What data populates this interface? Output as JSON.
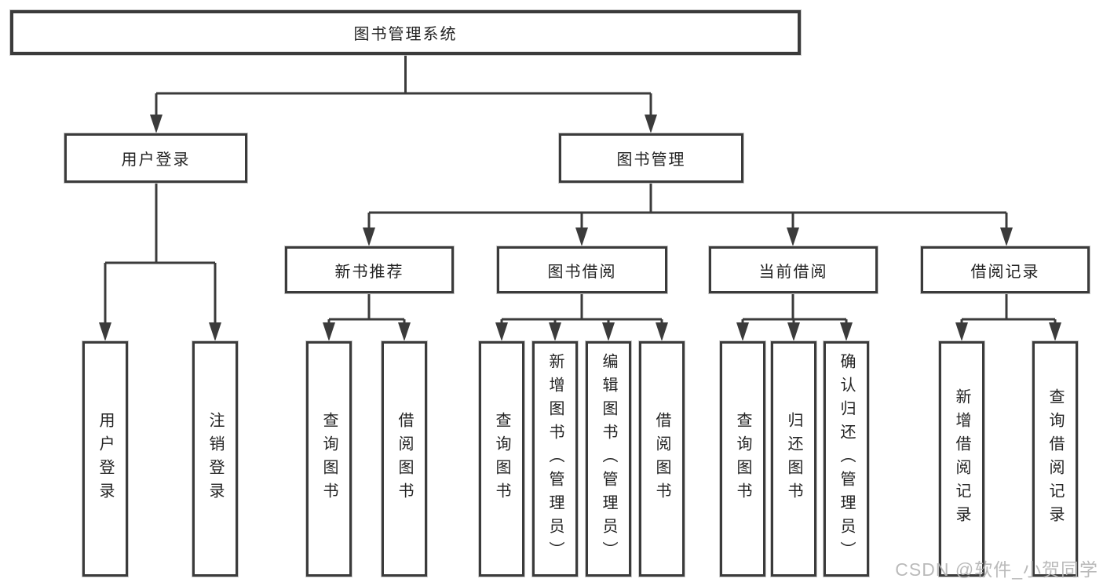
{
  "tree": {
    "root": {
      "label": "图书管理系统",
      "children": [
        {
          "label": "用户登录",
          "children": [
            {
              "label": "用户登录"
            },
            {
              "label": "注销登录"
            }
          ]
        },
        {
          "label": "图书管理",
          "children": [
            {
              "label": "新书推荐",
              "children": [
                {
                  "label": "查询图书"
                },
                {
                  "label": "借阅图书"
                }
              ]
            },
            {
              "label": "图书借阅",
              "children": [
                {
                  "label": "查询图书"
                },
                {
                  "label": "新增图书（管理员）"
                },
                {
                  "label": "编辑图书（管理员）"
                },
                {
                  "label": "借阅图书"
                }
              ]
            },
            {
              "label": "当前借阅",
              "children": [
                {
                  "label": "查询图书"
                },
                {
                  "label": "归还图书"
                },
                {
                  "label": "确认归还（管理员）"
                }
              ]
            },
            {
              "label": "借阅记录",
              "children": [
                {
                  "label": "新增借阅记录"
                },
                {
                  "label": "查询借阅记录"
                }
              ]
            }
          ]
        }
      ]
    }
  },
  "watermark": "CSDN @软件_小贺同学",
  "colors": {
    "line": "#3b3b3b",
    "box_border": "#3b3b3b",
    "text": "#232323",
    "watermark": "#b5b5b5",
    "background": "#ffffff"
  }
}
